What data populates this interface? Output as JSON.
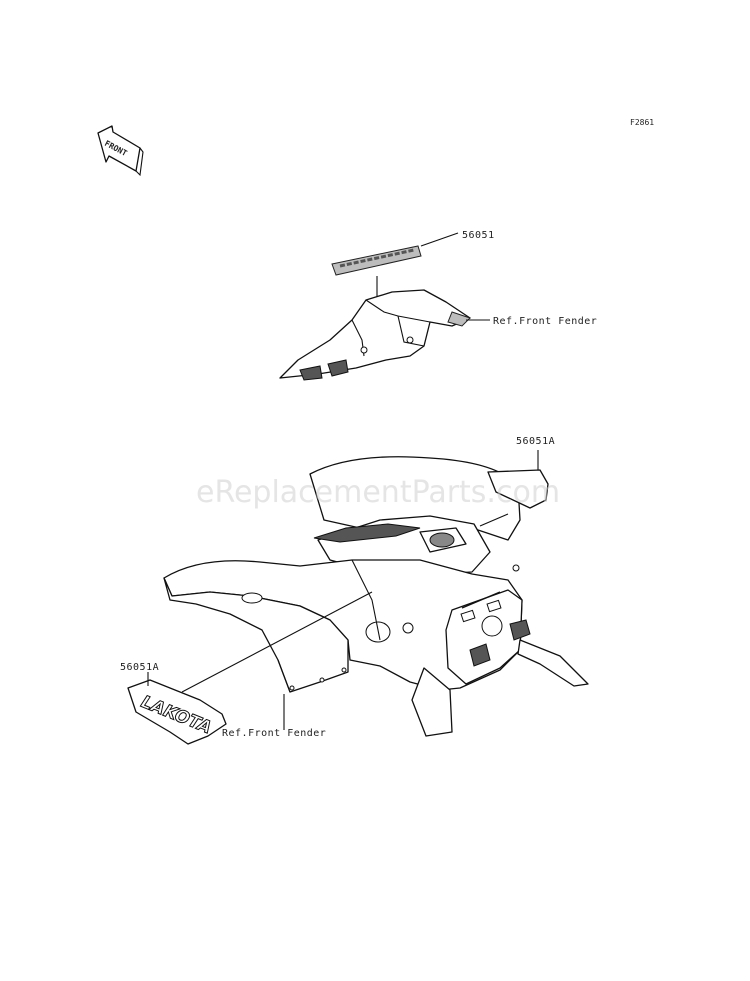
{
  "diagram_code": "F2861",
  "front_arrow_label": "FRONT",
  "watermark": "eReplacementParts.com",
  "callouts": {
    "upper_decal": "56051",
    "upper_ref": "Ref.Front Fender",
    "rear_decal": "56051A",
    "side_decal": "56051A",
    "lower_ref": "Ref.Front Fender"
  },
  "decal_text": {
    "side_logo": "LAKOTA"
  }
}
